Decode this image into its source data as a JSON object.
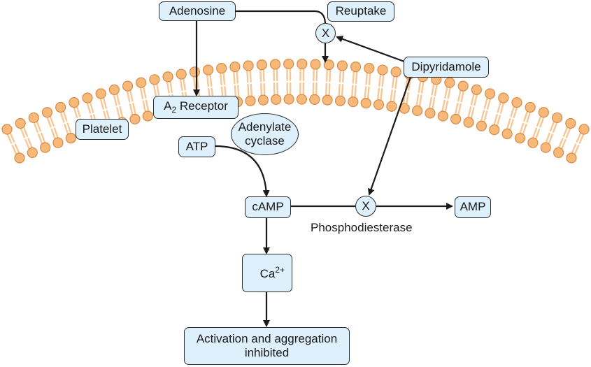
{
  "diagram": {
    "type": "pathway",
    "title": "Dipyridamole mechanism of action on platelets",
    "colors": {
      "membrane_head": "#f6b97a",
      "membrane_head_stroke": "#d98a45",
      "membrane_tail": "#f6c898",
      "box_fill": "#ddf0fb",
      "box_stroke": "#2b2b2b",
      "arrow": "#1a1a1a"
    },
    "nodes": {
      "adenosine": "Adenosine",
      "reuptake": "Reuptake",
      "dipyridamole": "Dipyridamole",
      "a2_receptor_prefix": "A",
      "a2_receptor_sub": "2",
      "a2_receptor_suffix": " Receptor",
      "platelet": "Platelet",
      "atp": "ATP",
      "adenylate_cyclase_line1": "Adenylate",
      "adenylate_cyclase_line2": "cyclase",
      "camp": "cAMP",
      "amp": "AMP",
      "phosphodiesterase": "Phosphodiesterase",
      "inhibit_x1": "X",
      "inhibit_x2": "X",
      "calcium_base": "Ca",
      "calcium_sup": "2+",
      "outcome_line1": "Activation and aggregation",
      "outcome_line2": "inhibited"
    },
    "edges": [
      {
        "from": "Adenosine",
        "to": "A2 Receptor",
        "type": "arrow"
      },
      {
        "from": "Adenosine",
        "to": "Reuptake block",
        "type": "line"
      },
      {
        "from": "Reuptake block",
        "to": "membrane",
        "type": "arrow"
      },
      {
        "from": "Dipyridamole",
        "to": "Reuptake block",
        "type": "arrow"
      },
      {
        "from": "Dipyridamole",
        "to": "Phosphodiesterase block",
        "type": "arrow"
      },
      {
        "from": "ATP",
        "to": "cAMP",
        "type": "arrow",
        "via": "Adenylate cyclase"
      },
      {
        "from": "cAMP",
        "to": "AMP",
        "type": "arrow",
        "via": "Phosphodiesterase"
      },
      {
        "from": "cAMP",
        "to": "decreased Ca2+",
        "type": "arrow"
      },
      {
        "from": "decreased Ca2+",
        "to": "Activation and aggregation inhibited",
        "type": "arrow"
      }
    ]
  }
}
